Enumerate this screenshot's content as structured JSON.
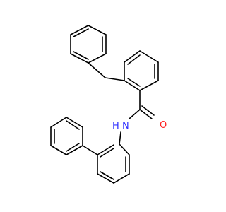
{
  "molecule": {
    "atom_labels": {
      "nitrogen": "N",
      "hydrogen": "H",
      "oxygen": "O"
    },
    "colors": {
      "bond": "#000000",
      "nitrogen": "#3333ff",
      "oxygen": "#ff2020",
      "background": "#ffffff"
    }
  }
}
